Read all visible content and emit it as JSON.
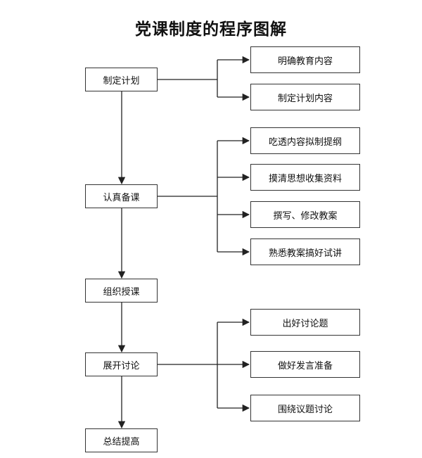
{
  "title": "党课制度的程序图解",
  "steps": [
    {
      "label": "制定计划",
      "substeps": [
        "明确教育内容",
        "制定计划内容"
      ]
    },
    {
      "label": "认真备课",
      "substeps": [
        "吃透内容拟制提纲",
        "摸清思想收集资料",
        "撰写、修改教案",
        "熟悉教案搞好试讲"
      ]
    },
    {
      "label": "组织授课",
      "substeps": []
    },
    {
      "label": "展开讨论",
      "substeps": [
        "出好讨论题",
        "做好发言准备",
        "围绕议题讨论"
      ]
    },
    {
      "label": "总结提高",
      "substeps": []
    }
  ]
}
